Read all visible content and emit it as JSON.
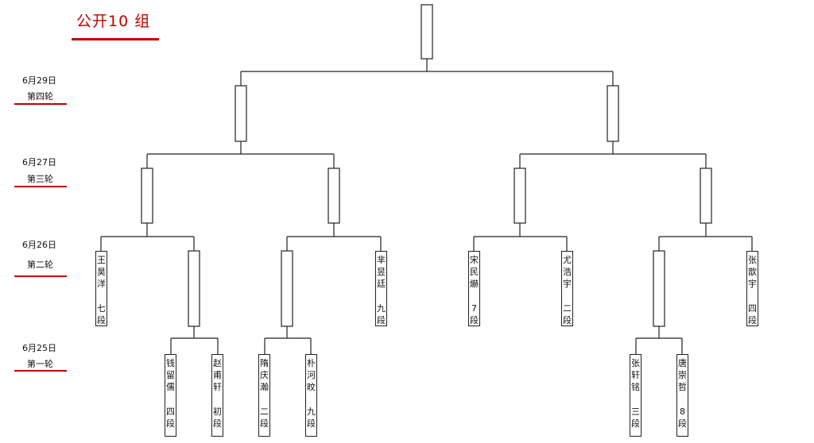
{
  "title": "公开10 组",
  "colors": {
    "accent": "#c00000",
    "line": "#222222"
  },
  "rounds": [
    {
      "date": "6月29日",
      "label": "第四轮"
    },
    {
      "date": "6月27日",
      "label": "第三轮"
    },
    {
      "date": "6月26日",
      "label": "第二轮"
    },
    {
      "date": "6月25日",
      "label": "第一轮"
    }
  ],
  "players": [
    {
      "name": "王昊洋",
      "rank": "七段"
    },
    {
      "name": "芈昱廷",
      "rank": "九段"
    },
    {
      "name": "宋民爀",
      "rank": "7段"
    },
    {
      "name": "尤浩宇",
      "rank": "二段"
    },
    {
      "name": "张歆宇",
      "rank": "四段"
    },
    {
      "name": "钱留儒",
      "rank": "四段"
    },
    {
      "name": "赵甫轩",
      "rank": "初段"
    },
    {
      "name": "隋庆瀚",
      "rank": "二段"
    },
    {
      "name": "朴河旼",
      "rank": "九段"
    },
    {
      "name": "张轩铭",
      "rank": "三段"
    },
    {
      "name": "唐崇哲",
      "rank": "8段"
    }
  ]
}
